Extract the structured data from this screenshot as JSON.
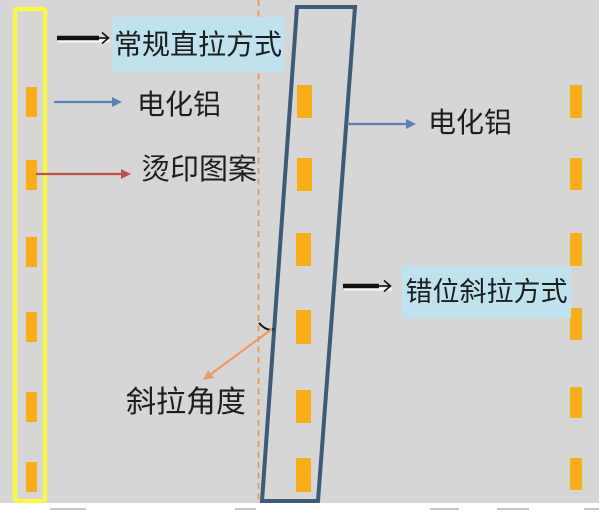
{
  "annotations": {
    "method_straight": {
      "label": "常规直拉方式"
    },
    "foil_left": {
      "label": "电化铝"
    },
    "stamp_pattern": {
      "label": "烫印图案"
    },
    "foil_right": {
      "label": "电化铝"
    },
    "method_diagonal": {
      "label": "错位斜拉方式"
    },
    "pull_angle": {
      "label": "斜拉角度"
    }
  },
  "figures": {
    "foil_strips": 3,
    "patterns_per_strip": 6,
    "tilt_direction": "bottom shifted left (clockwise tilt ~4 degrees)"
  },
  "colors": {
    "background": "#d6d6d6",
    "page": "#ffffff",
    "highlight": "#bfe3ee",
    "foil1_border": "#f9f64e",
    "foil2_border": "#3d5a77",
    "pattern_fill": "#f9ad19",
    "arrow_blue": "#5b81b5",
    "arrow_red": "#c0504d",
    "arrow_orange": "#eb9b60",
    "arrow_black": "#101010",
    "dashed_line": "#e0995c",
    "text": "#1d1d1d"
  }
}
